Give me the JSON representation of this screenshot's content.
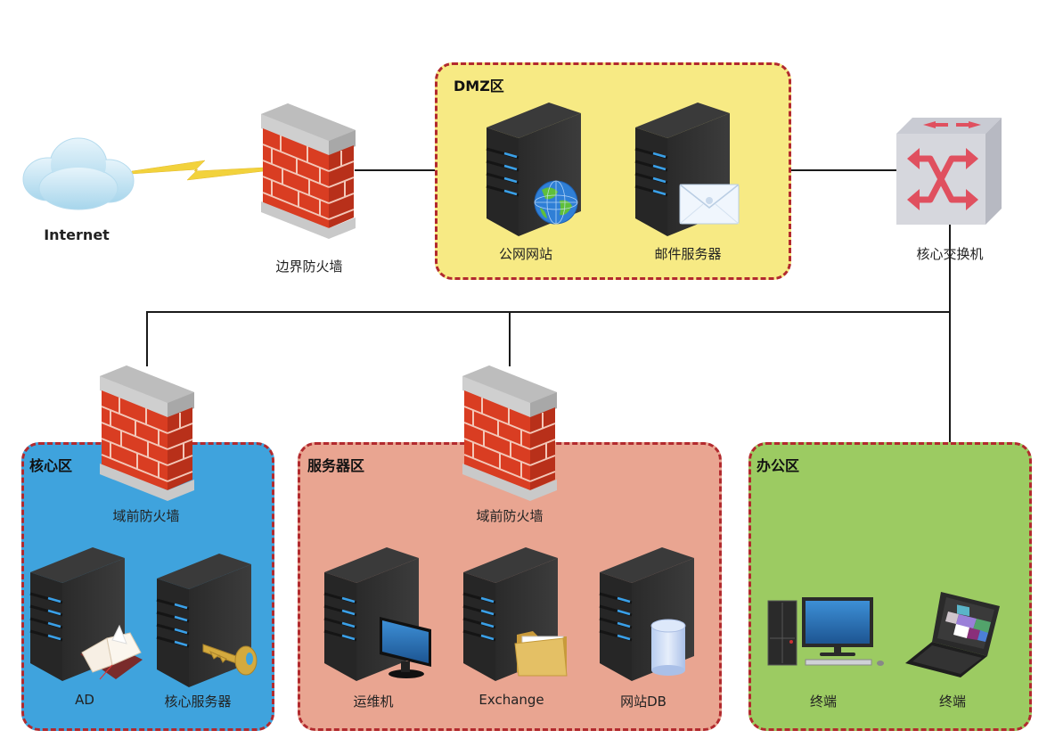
{
  "diagram": {
    "type": "network-topology",
    "colors": {
      "dmz_zone": "#f7ea84",
      "core_zone": "#3fa3dd",
      "server_zone": "#e9a591",
      "office_zone": "#9ccb62",
      "zone_border": "#b22a2e",
      "firewall_brick": "#d93d22",
      "switch_arrow": "#e0505f",
      "lightning": "#f2d23c"
    },
    "internet": {
      "label": "Internet",
      "icon": "cloud-icon"
    },
    "border_firewall": {
      "label": "边界防火墙",
      "icon": "firewall-icon"
    },
    "core_switch": {
      "label": "核心交换机",
      "icon": "switch-icon"
    },
    "zones": {
      "dmz": {
        "title": "DMZ区",
        "nodes": [
          {
            "label": "公网网站",
            "icon": "server-globe-icon"
          },
          {
            "label": "邮件服务器",
            "icon": "server-mail-icon"
          }
        ]
      },
      "core": {
        "title": "核心区",
        "firewall": {
          "label": "域前防火墙",
          "icon": "firewall-icon"
        },
        "nodes": [
          {
            "label": "AD",
            "icon": "server-book-icon"
          },
          {
            "label": "核心服务器",
            "icon": "server-key-icon"
          }
        ]
      },
      "server": {
        "title": "服务器区",
        "firewall": {
          "label": "域前防火墙",
          "icon": "firewall-icon"
        },
        "nodes": [
          {
            "label": "运维机",
            "icon": "server-monitor-icon"
          },
          {
            "label": "Exchange",
            "icon": "server-folder-icon"
          },
          {
            "label": "网站DB",
            "icon": "server-database-icon"
          }
        ]
      },
      "office": {
        "title": "办公区",
        "nodes": [
          {
            "label": "终端",
            "icon": "desktop-pc-icon"
          },
          {
            "label": "终端",
            "icon": "laptop-icon"
          }
        ]
      }
    },
    "connections": [
      {
        "from": "Internet",
        "to": "边界防火墙",
        "style": "lightning"
      },
      {
        "from": "边界防火墙",
        "to": "DMZ区",
        "style": "line"
      },
      {
        "from": "DMZ区",
        "to": "核心交换机",
        "style": "line"
      },
      {
        "from": "核心交换机",
        "to": "核心区 域前防火墙",
        "style": "line"
      },
      {
        "from": "核心交换机",
        "to": "服务器区 域前防火墙",
        "style": "line"
      },
      {
        "from": "核心交换机",
        "to": "办公区",
        "style": "line"
      }
    ]
  }
}
